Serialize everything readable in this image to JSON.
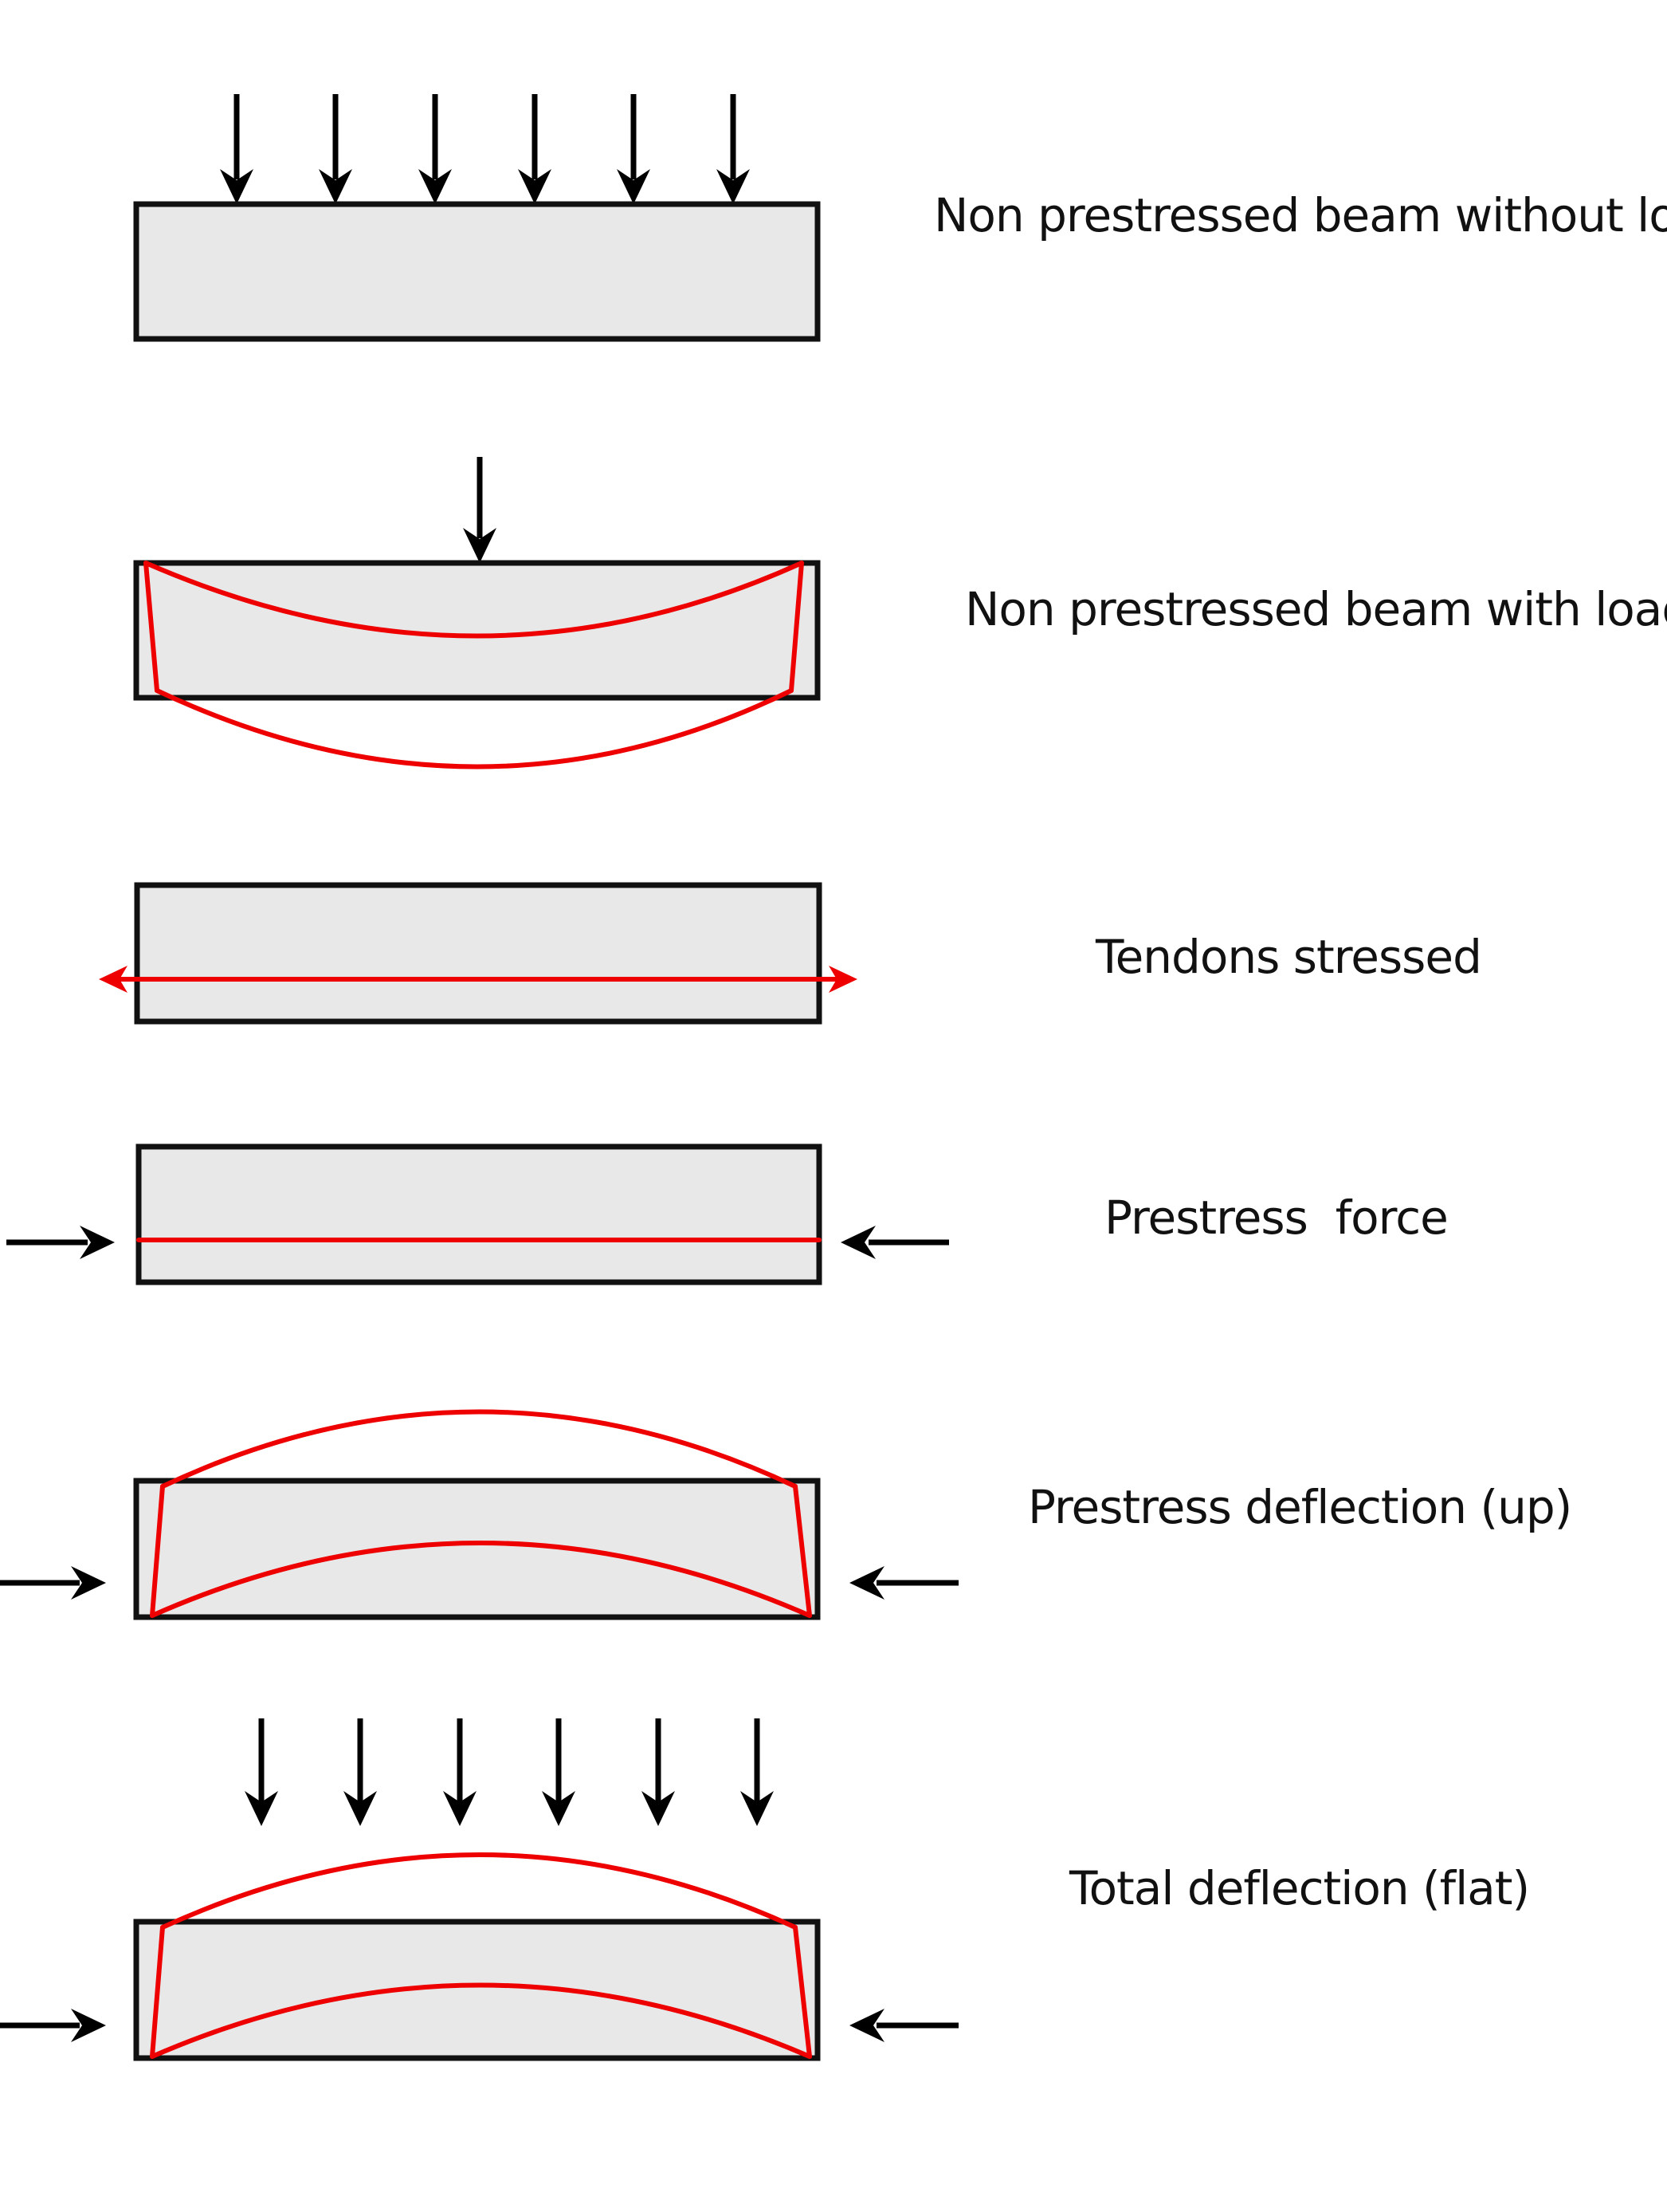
{
  "labels": {
    "stage1": "Non prestressed beam without load",
    "stage2": "Non prestressed beam with load",
    "stage3": "Tendons stressed",
    "stage4": "Prestress  force",
    "stage5": "Prestress deflection (up)",
    "stage6": "Total deflection (flat)"
  },
  "colors": {
    "beam_fill": "#e8e8e8",
    "outline": "#111111",
    "deflection": "#ee0000"
  }
}
